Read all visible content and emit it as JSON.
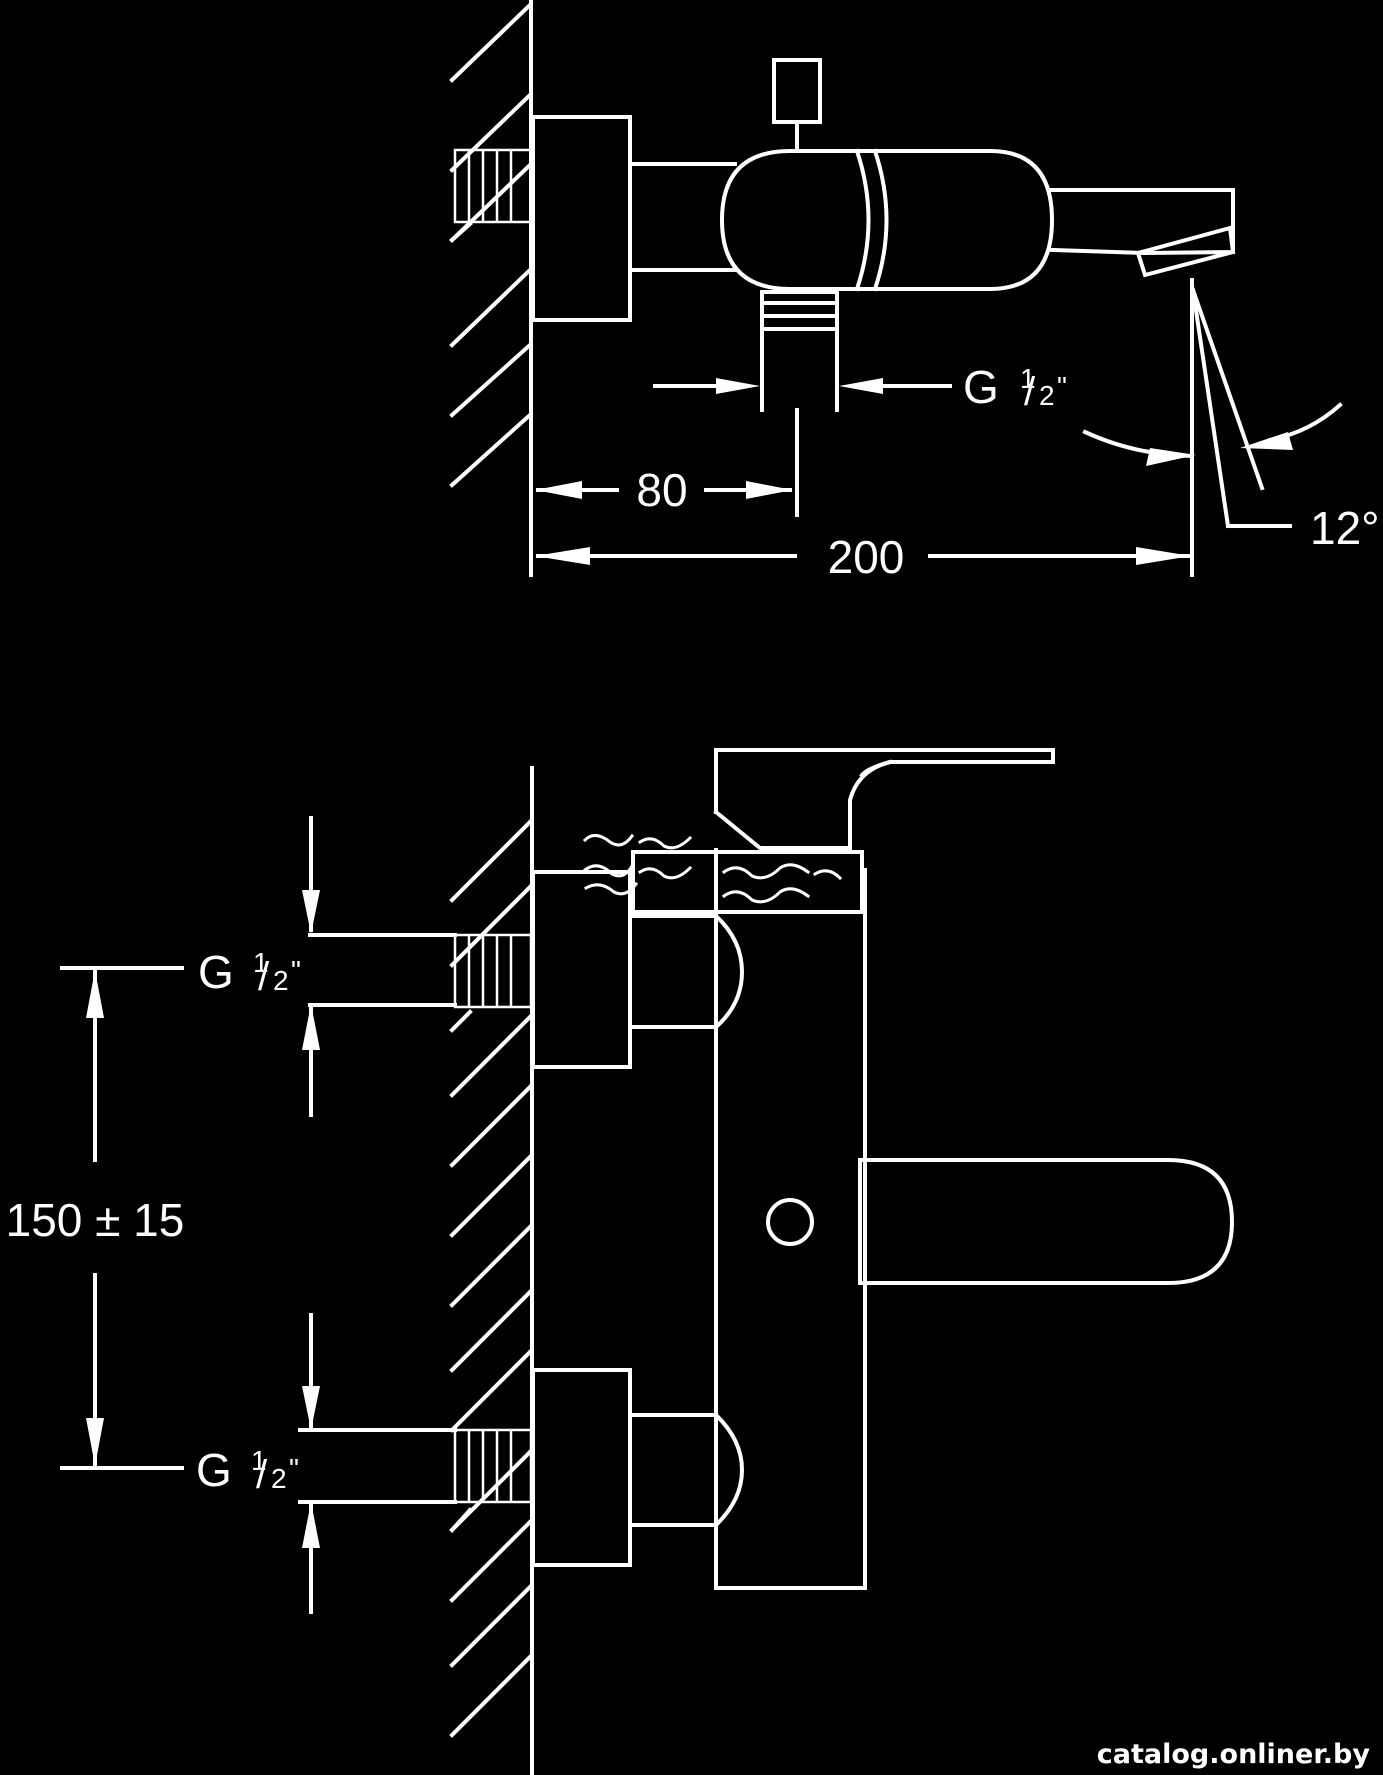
{
  "top_view": {
    "dim_inlet": {
      "main": "G",
      "num": "1",
      "den": "2",
      "mark": "\""
    },
    "dim_80": "80",
    "dim_200": "200",
    "dim_angle": "12°"
  },
  "side_view": {
    "dim_upper_inlet": {
      "main": "G",
      "num": "1",
      "den": "2",
      "mark": "\""
    },
    "dim_lower_inlet": {
      "main": "G",
      "num": "1",
      "den": "2",
      "mark": "\""
    },
    "dim_spacing": "150 ± 15"
  },
  "watermark": "catalog.onliner.by",
  "colors": {
    "background": "#000000",
    "line": "#ffffff"
  }
}
